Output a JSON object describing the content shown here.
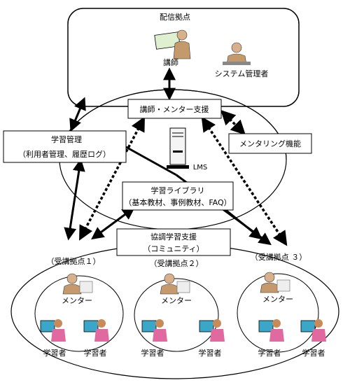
{
  "nodes": {
    "delivery_site": "配信拠点",
    "instructor": "講師",
    "sys_admin": "システム管理者",
    "instructor_mentor_support": "講師・メンター支援",
    "mentoring": "メンタリング機能",
    "learning_mgmt": "学習管理",
    "learning_mgmt_sub": "（利用者管理、履歴ログ）",
    "lms": "LMS",
    "library": "学習ライブラリ",
    "library_sub": "（基本教材、事例教材、FAQ）",
    "collab": "協調学習支援",
    "collab_sub": "（コミュニティ）"
  },
  "sites": [
    {
      "label": "（受講拠点１）",
      "mentor": "メンター",
      "learners": [
        "学習者",
        "学習者"
      ]
    },
    {
      "label": "（受講拠点２）",
      "mentor": "メンター",
      "learners": [
        "学習者",
        "学習者"
      ]
    },
    {
      "label": "（受講拠点 ３）",
      "mentor": "メンター",
      "learners": [
        "学習者",
        "学習者"
      ]
    }
  ]
}
